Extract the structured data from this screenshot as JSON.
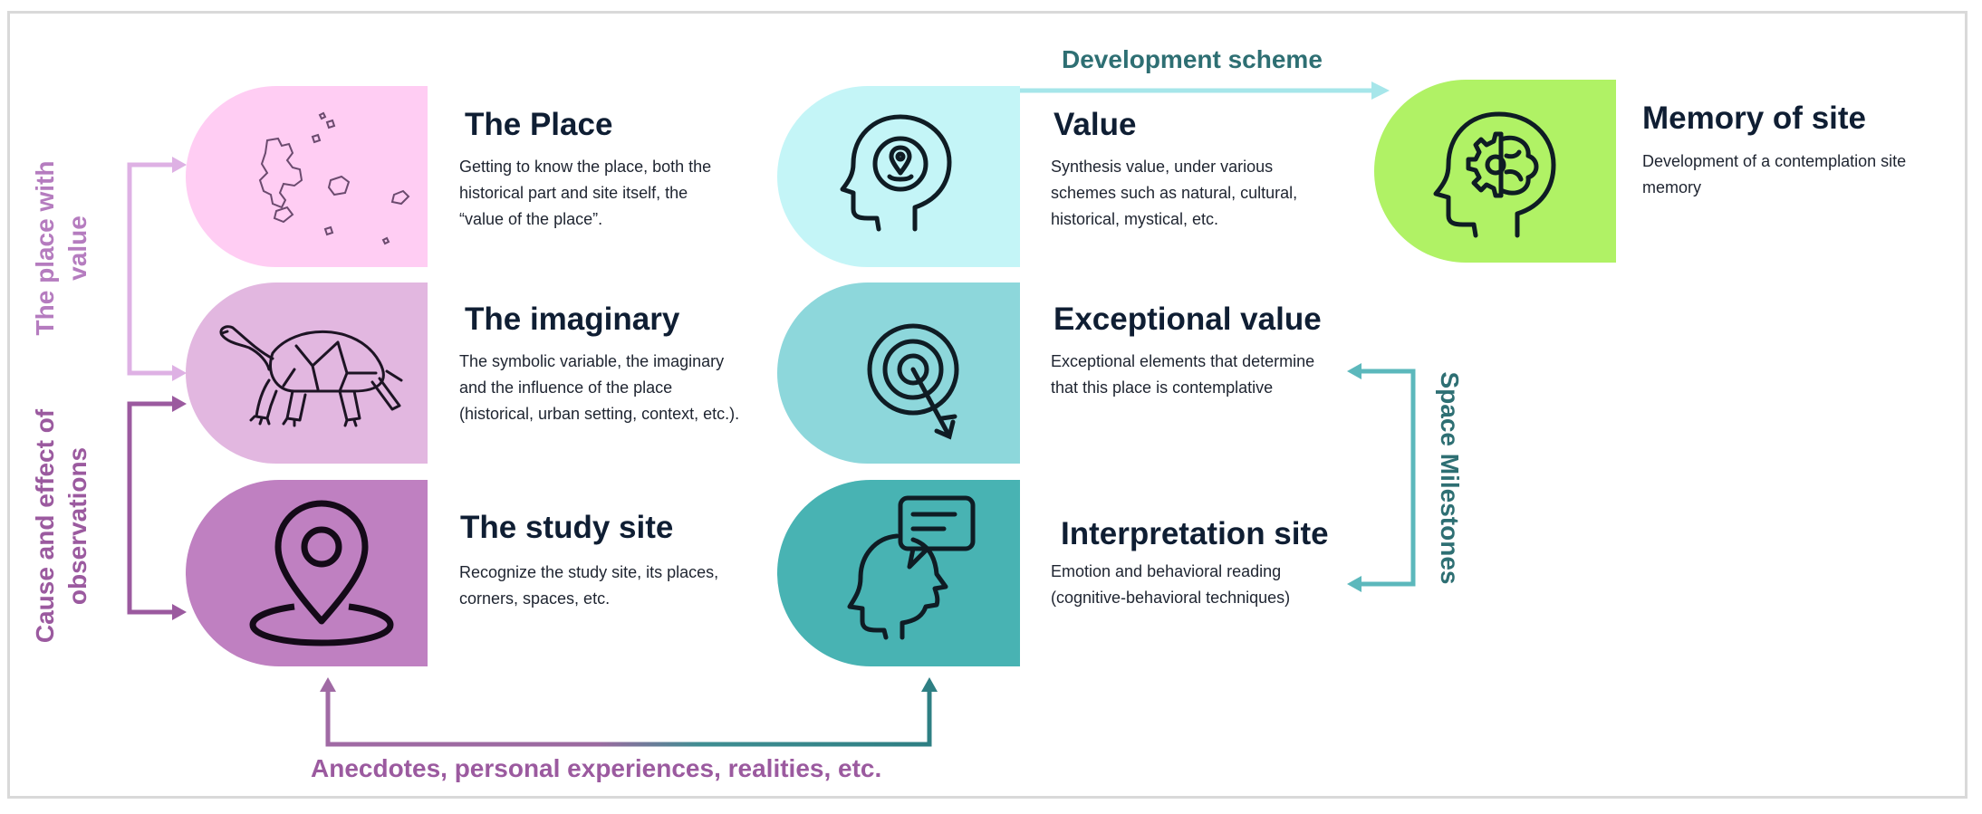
{
  "colors": {
    "place": "#ffcdf3",
    "imaginary": "#e2b7e0",
    "study": "#bf80c1",
    "value": "#c4f5f7",
    "exceptional": "#8dd7db",
    "interpretation": "#48b3b3",
    "memory": "#b0f265",
    "purple": "#9b5a9f",
    "light_purple": "#deb1e4",
    "teal": "#2e6f73",
    "aqua": "#5cb8bc",
    "dark": "#0f1e33"
  },
  "nodes": {
    "place": {
      "title": "The Place",
      "lines": [
        "Getting to know the place, both the",
        "historical part and site itself, the",
        "“value of the place”."
      ],
      "icon": "islands-map-icon"
    },
    "imaginary": {
      "title": "The imaginary",
      "lines": [
        "The symbolic variable, the imaginary",
        "and the influence of the place",
        "(historical, urban setting, context, etc.)."
      ],
      "icon": "tortoise-icon"
    },
    "study": {
      "title": "The study site",
      "lines": [
        "Recognize the study site, its places,",
        "corners, spaces, etc."
      ],
      "icon": "location-pin-icon"
    },
    "value": {
      "title": "Value",
      "lines": [
        "Synthesis value, under various",
        "schemes such as natural, cultural,",
        "historical, mystical, etc."
      ],
      "icon": "head-location-icon"
    },
    "exceptional": {
      "title": "Exceptional value",
      "lines": [
        "Exceptional elements that determine",
        "that this place is contemplative"
      ],
      "icon": "target-arrow-icon"
    },
    "interpretation": {
      "title": "Interpretation site",
      "lines": [
        "Emotion and behavioral reading",
        "(cognitive-behavioral techniques)"
      ],
      "icon": "head-speech-icon"
    },
    "memory": {
      "title": "Memory of site",
      "lines": [
        "Development of a contemplation site",
        "memory"
      ],
      "icon": "head-brain-gear-icon"
    }
  },
  "labels": {
    "development_scheme": "Development scheme",
    "place_with_value": [
      "The place with",
      "value"
    ],
    "cause_effect": [
      "Cause and effect of",
      "observations"
    ],
    "space_milestones": "Space Milestones",
    "anecdotes": "Anecdotes, personal experiences, realities, etc."
  }
}
